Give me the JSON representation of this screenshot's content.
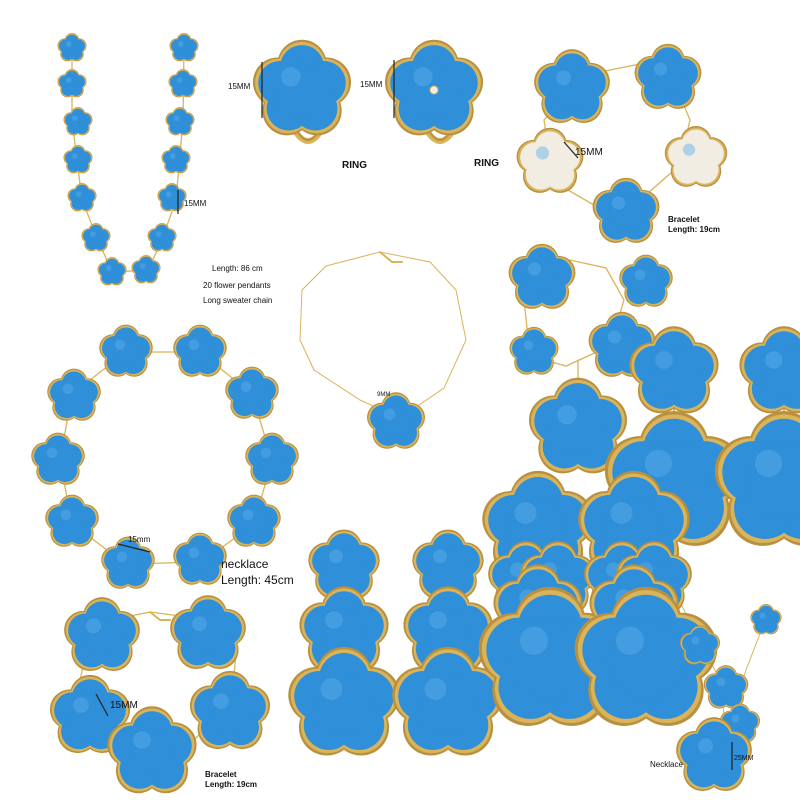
{
  "colors": {
    "flower": "#2f8fd8",
    "flower_light": "#5fb0ea",
    "gold": "#d9b45a",
    "gold_dark": "#b89040",
    "diamond": "#f1ede3"
  },
  "labels": {
    "necklace_long_size": "15MM",
    "necklace_long_length": "Length: 86 cm",
    "necklace_long_pendants": "20 flower pendants",
    "necklace_long_chain": "Long sweater chain",
    "ring1_size": "15MM",
    "ring1_name": "RING",
    "ring2_size": "15MM",
    "ring2_name": "RING",
    "bracelet_top_size": "15MM",
    "bracelet_top_name": "Bracelet",
    "bracelet_top_length": "Length: 19cm",
    "bracelet_single_size": "9MM",
    "necklace_short_size": "15mm",
    "necklace_short_name": "necklace",
    "necklace_short_length": "Length: 45cm",
    "bracelet_bottom_size": "15MM",
    "bracelet_bottom_name": "Bracelet",
    "bracelet_bottom_length": "Length: 19cm",
    "pendant_name": "Necklace",
    "pendant_size": "25MM"
  }
}
